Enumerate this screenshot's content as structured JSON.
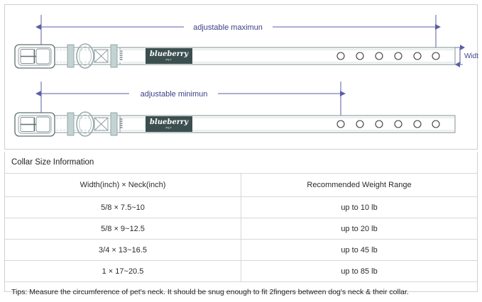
{
  "diagram": {
    "max_label": "adjustable maximun",
    "min_label": "adjustable minimun",
    "width_label": "Width",
    "brand": {
      "name": "blueberry",
      "sub": "PET",
      "bg_color": "#3c4f50",
      "text_color": "#ffffff"
    },
    "colors": {
      "dimension_line": "#5b5ea6",
      "strap_outline": "#7a8b8b",
      "hardware_fill": "#c3d3d4",
      "panel_border": "#cfcfcf"
    },
    "top_collar_holes": 6,
    "bottom_collar_holes": 6
  },
  "table": {
    "title": "Collar Size Information",
    "headers": [
      "Width(inch)  ×  Neck(inch)",
      "Recommended Weight Range"
    ],
    "rows": [
      [
        "5/8 × 7.5~10",
        "up to 10 lb"
      ],
      [
        "5/8 × 9~12.5",
        "up to 20 lb"
      ],
      [
        "3/4 × 13~16.5",
        "up to 45 lb"
      ],
      [
        "1 × 17~20.5",
        "up to 85 lb"
      ]
    ],
    "tips": "Tips: Measure the circumference of pet's neck. It should be snug enough to fit 2fingers between dog's neck & their collar."
  }
}
